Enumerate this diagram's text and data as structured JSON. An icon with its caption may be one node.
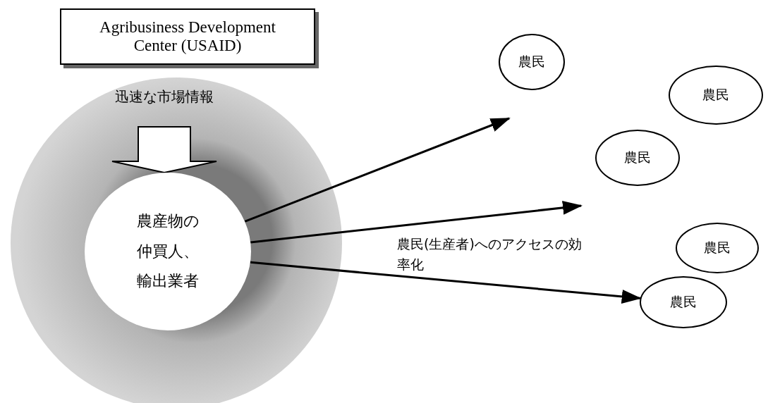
{
  "diagram": {
    "nodes": [
      {
        "text": [
          "Agribusiness Development Center (USAID)"
        ]
      },
      {
        "text": [
          "農産物の仲買人、輸出業者"
        ]
      },
      {
        "text": [
          "農民"
        ]
      },
      {
        "text": [
          "農民"
        ]
      },
      {
        "text": [
          "農民"
        ]
      },
      {
        "text": [
          "農民"
        ]
      },
      {
        "text": [
          "農民"
        ]
      }
    ],
    "edges": [
      {
        "from": null,
        "to": 1,
        "arrow": "to",
        "label": "迅速な市場情報",
        "style": "thick"
      },
      {
        "from": 1,
        "to": null,
        "arrow": "to"
      },
      {
        "from": 1,
        "to": null,
        "arrow": "to"
      },
      {
        "from": 1,
        "to": 6,
        "arrow": "to"
      }
    ],
    "labels": [
      "農民(生産者)へのアクセスの効率化"
    ]
  }
}
